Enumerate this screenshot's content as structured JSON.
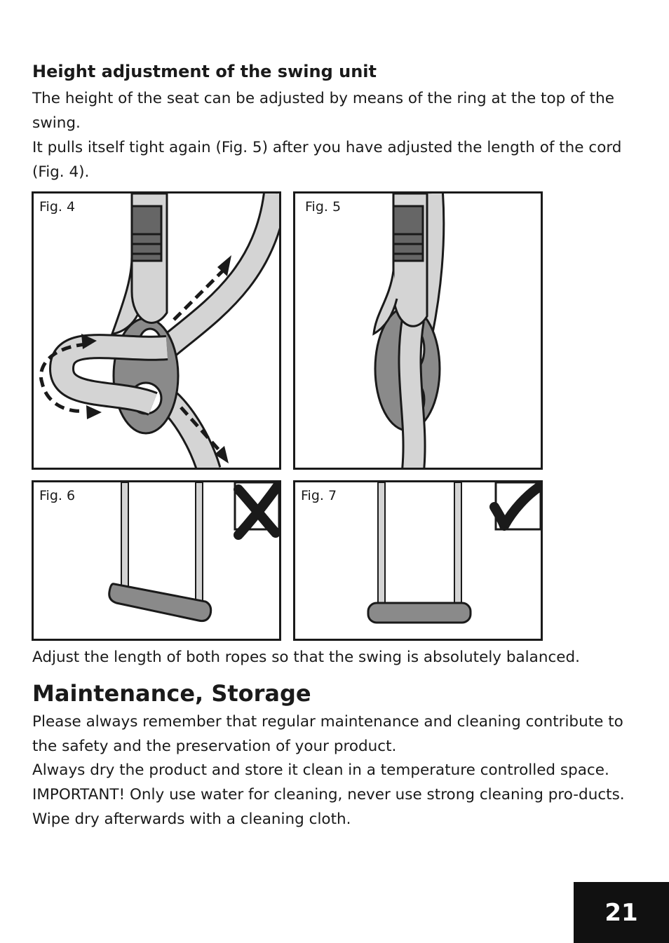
{
  "section1": {
    "heading": "Height adjustment of the swing unit",
    "para1": "The height of the seat can be adjusted by means of the ring at the top of the swing.",
    "para2": "It pulls itself tight again (Fig. 5) after you have adjusted the length of the cord (Fig. 4)."
  },
  "figures": {
    "fig4": "Fig. 4",
    "fig5": "Fig. 5",
    "fig6": "Fig. 6",
    "fig7": "Fig. 7"
  },
  "balance_note": "Adjust the length of both ropes so that the swing is absolutely balanced.",
  "section2": {
    "heading": "Maintenance, Storage",
    "para1": "Please always remember that regular maintenance and cleaning contribute to the safety and the preservation of your product.",
    "para2": "Always dry the product and store it clean in a temperature controlled space.",
    "para3": "IMPORTANT! Only use water for cleaning, never use strong cleaning pro-ducts. Wipe dry afterwards with a cleaning cloth."
  },
  "page_number": "21",
  "colors": {
    "rope": "#d4d4d4",
    "ring": "#8a8a8a",
    "seat": "#8a8a8a",
    "outline": "#1a1a1a"
  }
}
